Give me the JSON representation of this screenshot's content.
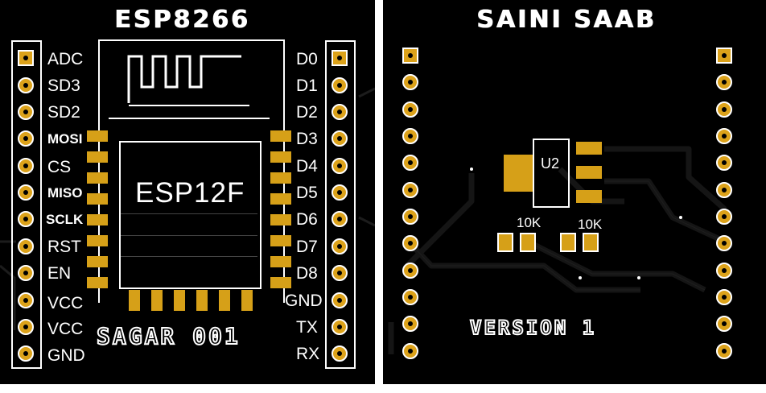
{
  "front": {
    "title": "ESP8266",
    "module_label": "ESP12F",
    "signature": "SAGAR 001",
    "left_pins": [
      "ADC",
      "SD3",
      "SD2",
      "MOSI",
      "CS",
      "MISO",
      "SCLK",
      "RST",
      "EN",
      "VCC",
      "VCC",
      "GND"
    ],
    "right_pins": [
      "D0",
      "D1",
      "D2",
      "D3",
      "D4",
      "D5",
      "D6",
      "D7",
      "D8",
      "GND",
      "TX",
      "RX"
    ]
  },
  "back": {
    "title": "SAINI SAAB",
    "regulator_label": "U2",
    "resistor_left_label": "10K",
    "resistor_right_label": "10K",
    "version": "VERSION 1"
  },
  "colors": {
    "board": "#000000",
    "silkscreen": "#ffffff",
    "copper": "#d6a018",
    "trace": "#151515"
  }
}
